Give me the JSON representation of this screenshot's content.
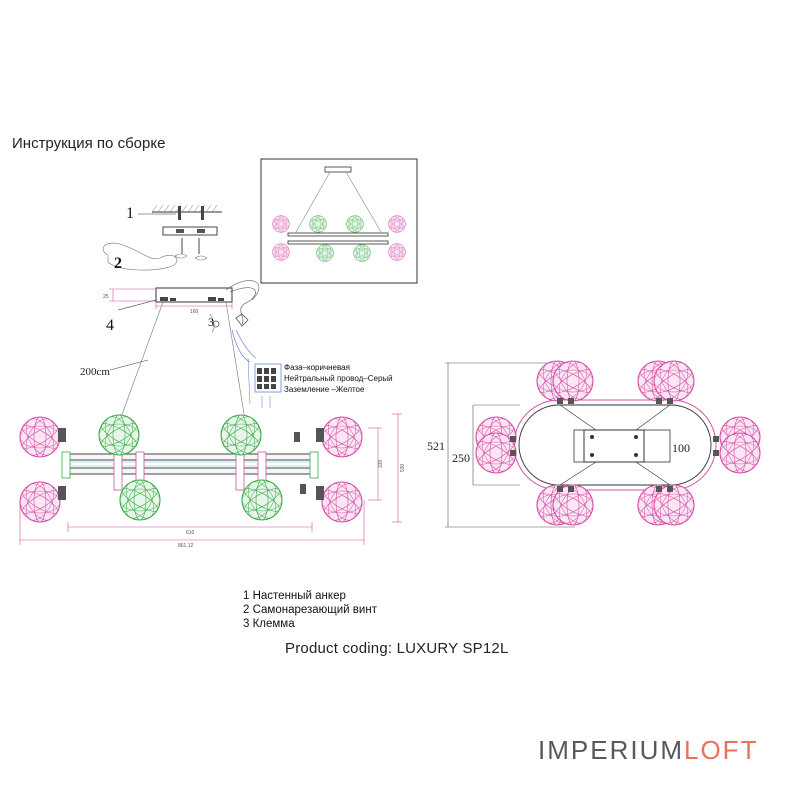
{
  "title": "Инструкция по сборке",
  "callouts": {
    "c1": "1",
    "c2": "2",
    "c3": "3",
    "c4": "4"
  },
  "cable_length": "200cm",
  "wiring": {
    "phase": "Фаза–коричневая",
    "neutral": "Нейтральный провод–Серый",
    "ground": "Заземление –Желтое"
  },
  "dimensions": {
    "outer": "521",
    "inner": "250",
    "plate": "100"
  },
  "legend": [
    "1 Настенный анкер",
    "2 Самонарезающий винт",
    "3 Клемма"
  ],
  "product_coding": "Product coding: LUXURY SP12L",
  "logo": {
    "part1": "IMPERIUM",
    "part2": "LOFT"
  },
  "colors": {
    "pink_globe": "#d64fa8",
    "green_globe": "#3cab4a",
    "logo_gray": "#58595b",
    "logo_orange": "#e8725c"
  }
}
